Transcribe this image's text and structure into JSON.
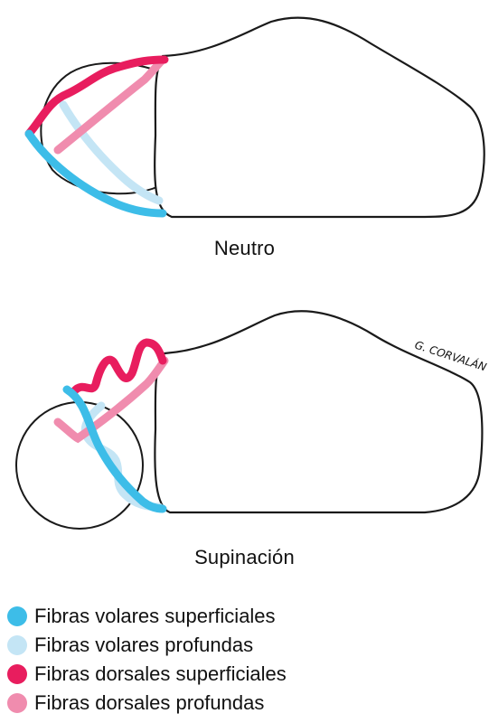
{
  "panels": [
    {
      "caption": "Neutro"
    },
    {
      "caption": "Supinación",
      "signature": "G. CORVALÁN"
    }
  ],
  "legend": [
    {
      "label": "Fibras volares superficiales",
      "color": "#3dbde8"
    },
    {
      "label": "Fibras volares profundas",
      "color": "#c4e5f5"
    },
    {
      "label": "Fibras dorsales superficiales",
      "color": "#e81d5e"
    },
    {
      "label": "Fibras dorsales profundas",
      "color": "#f08cae"
    }
  ]
}
